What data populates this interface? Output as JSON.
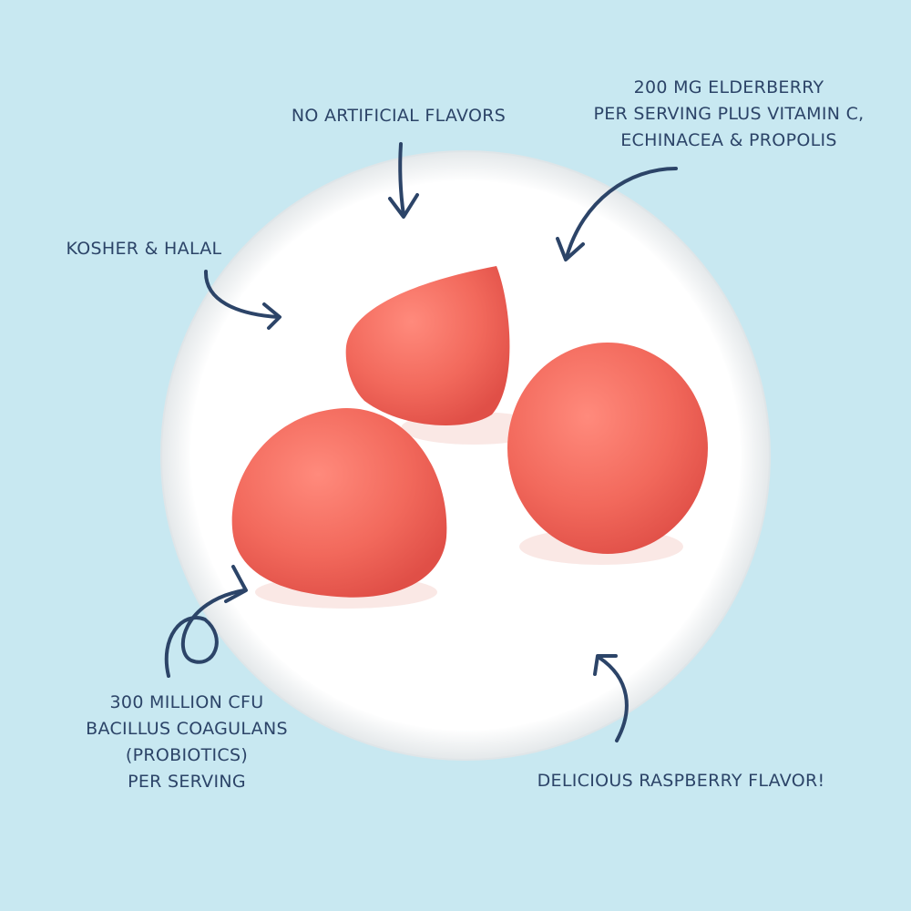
{
  "callouts": {
    "no_artificial": "NO ARTIFICIAL FLAVORS",
    "elderberry": [
      "200 MG ELDERBERRY",
      "PER SERVING PLUS VITAMIN C,",
      "ECHINACEA & PROPOLIS"
    ],
    "kosher": "KOSHER & HALAL",
    "probiotics": [
      "300 MILLION CFU",
      "BACILLUS COAGULANS",
      "(PROBIOTICS)",
      "PER SERVING"
    ],
    "raspberry": "DELICIOUS RASPBERRY FLAVOR!"
  },
  "colors": {
    "background": "#c8e8f1",
    "text": "#2c4468",
    "gummy": "#f2695c"
  }
}
